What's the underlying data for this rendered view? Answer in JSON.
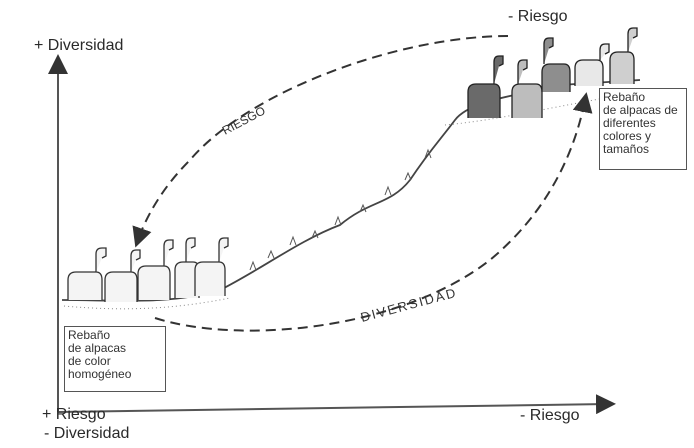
{
  "labels": {
    "top_left": "+ Diversidad",
    "top_right": "- Riesgo",
    "bottom_left_1": "+ Riesgo",
    "bottom_left_2": "-  Diversidad",
    "bottom_right": "- Riesgo",
    "arrow_riesgo": "RIESGO",
    "arrow_diversidad": "DIVERSIDAD"
  },
  "boxes": {
    "homogeneous": [
      "Rebaño",
      "de alpacas",
      "de color",
      "homogéneo"
    ],
    "diverse": [
      "Rebaño",
      "de alpacas de",
      "diferentes",
      "colores y",
      "tamaños"
    ]
  },
  "colors": {
    "ink": "#2a2a2a",
    "paper": "#ffffff"
  }
}
